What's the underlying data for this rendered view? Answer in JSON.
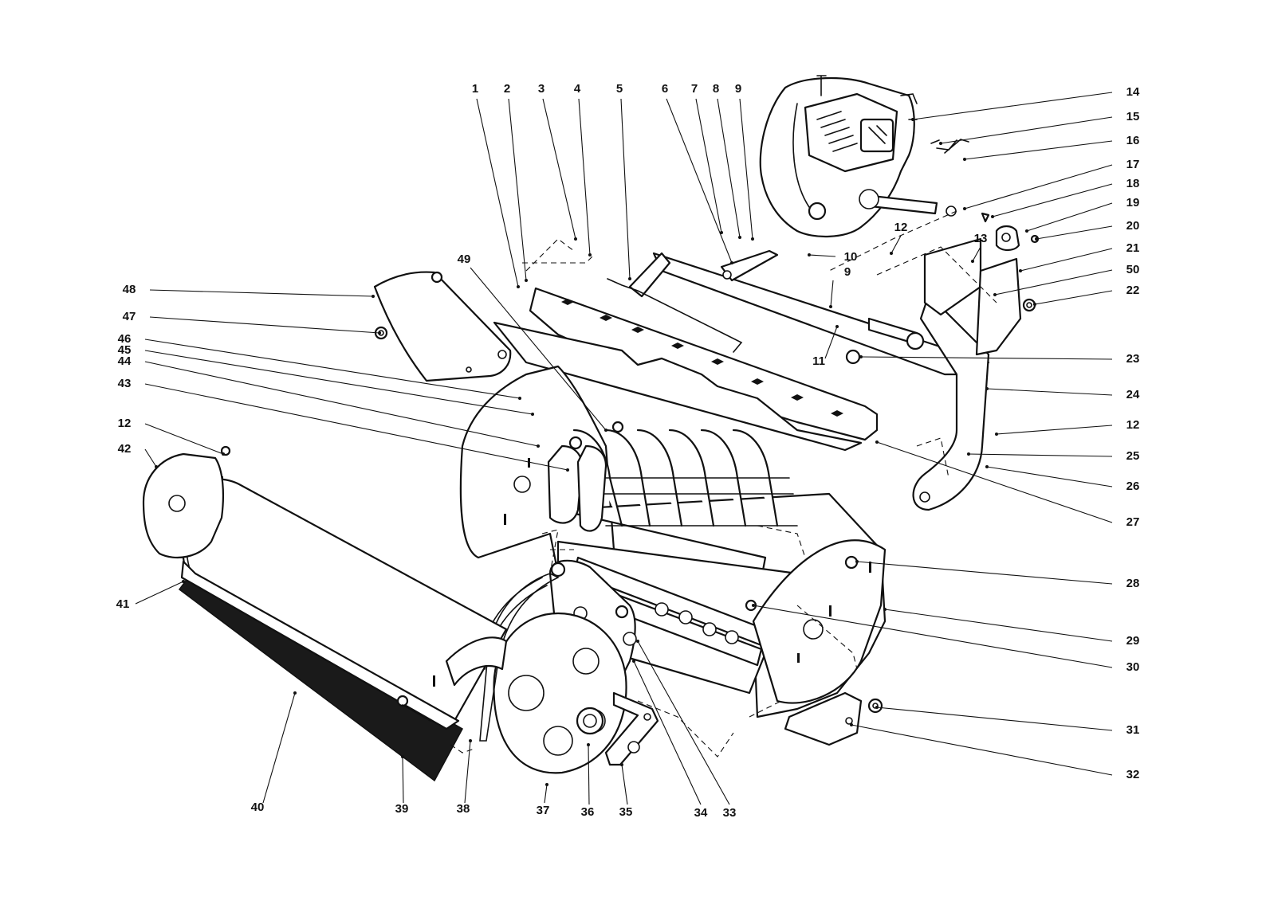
{
  "callouts": [
    {
      "label": "1"
    },
    {
      "label": "2"
    },
    {
      "label": "3"
    },
    {
      "label": "4"
    },
    {
      "label": "5"
    },
    {
      "label": "6"
    },
    {
      "label": "7"
    },
    {
      "label": "8"
    },
    {
      "label": "9"
    },
    {
      "label": "14"
    },
    {
      "label": "15"
    },
    {
      "label": "16"
    },
    {
      "label": "17"
    },
    {
      "label": "18"
    },
    {
      "label": "19"
    },
    {
      "label": "20"
    },
    {
      "label": "21"
    },
    {
      "label": "50"
    },
    {
      "label": "22"
    },
    {
      "label": "23"
    },
    {
      "label": "24"
    },
    {
      "label": "12"
    },
    {
      "label": "25"
    },
    {
      "label": "26"
    },
    {
      "label": "27"
    },
    {
      "label": "28"
    },
    {
      "label": "29"
    },
    {
      "label": "30"
    },
    {
      "label": "31"
    },
    {
      "label": "32"
    },
    {
      "label": "12"
    },
    {
      "label": "13"
    },
    {
      "label": "10"
    },
    {
      "label": "9"
    },
    {
      "label": "11"
    },
    {
      "label": "49"
    },
    {
      "label": "48"
    },
    {
      "label": "47"
    },
    {
      "label": "46"
    },
    {
      "label": "45"
    },
    {
      "label": "44"
    },
    {
      "label": "43"
    },
    {
      "label": "12"
    },
    {
      "label": "42"
    },
    {
      "label": "41"
    },
    {
      "label": "40"
    },
    {
      "label": "39"
    },
    {
      "label": "38"
    },
    {
      "label": "37"
    },
    {
      "label": "36"
    },
    {
      "label": "35"
    },
    {
      "label": "34"
    },
    {
      "label": "33"
    }
  ]
}
